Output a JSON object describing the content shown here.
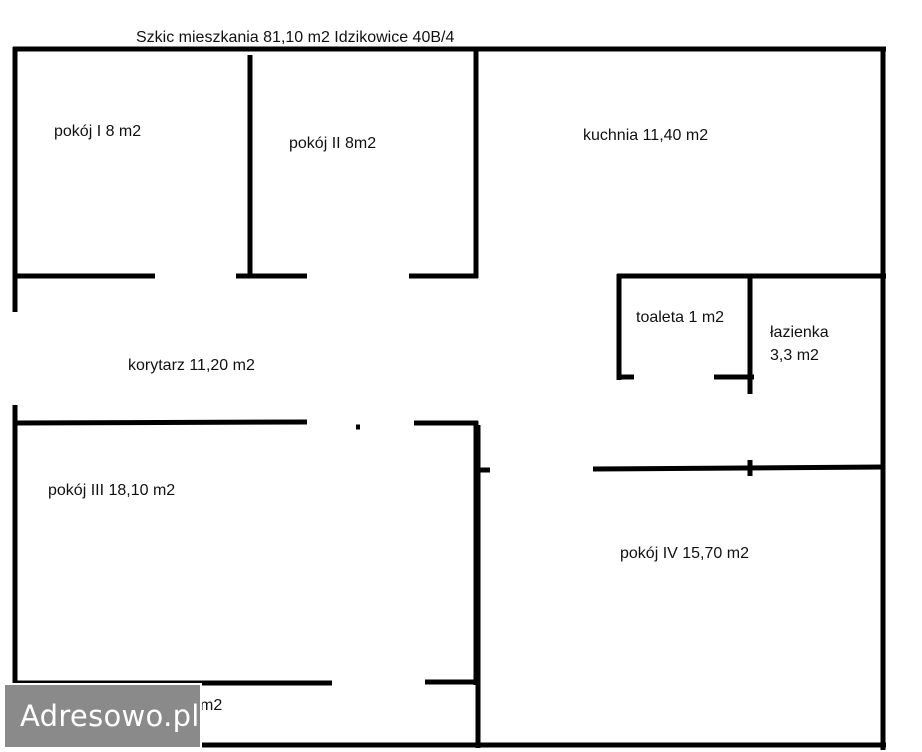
{
  "title": "Szkic mieszkania 81,10 m2 Idzikowice 40B/4",
  "rooms": {
    "pokoj_1": "pokój I 8 m2",
    "pokoj_2": "pokój II 8m2",
    "kuchnia": "kuchnia 11,40 m2",
    "toaleta": "toaleta 1 m2",
    "lazienka_name": "łazienka",
    "lazienka_area": "3,3 m2",
    "korytarz": "korytarz  11,20 m2",
    "pokoj_3": "pokój III  18,10 m2",
    "pokoj_4": "pokój IV  15,70 m2",
    "partial": "m2"
  },
  "watermark": "Adresowo.pl",
  "colors": {
    "wall": "#000000",
    "background": "#ffffff",
    "watermark_bg": "#8a8a8a",
    "watermark_text": "#ffffff"
  }
}
